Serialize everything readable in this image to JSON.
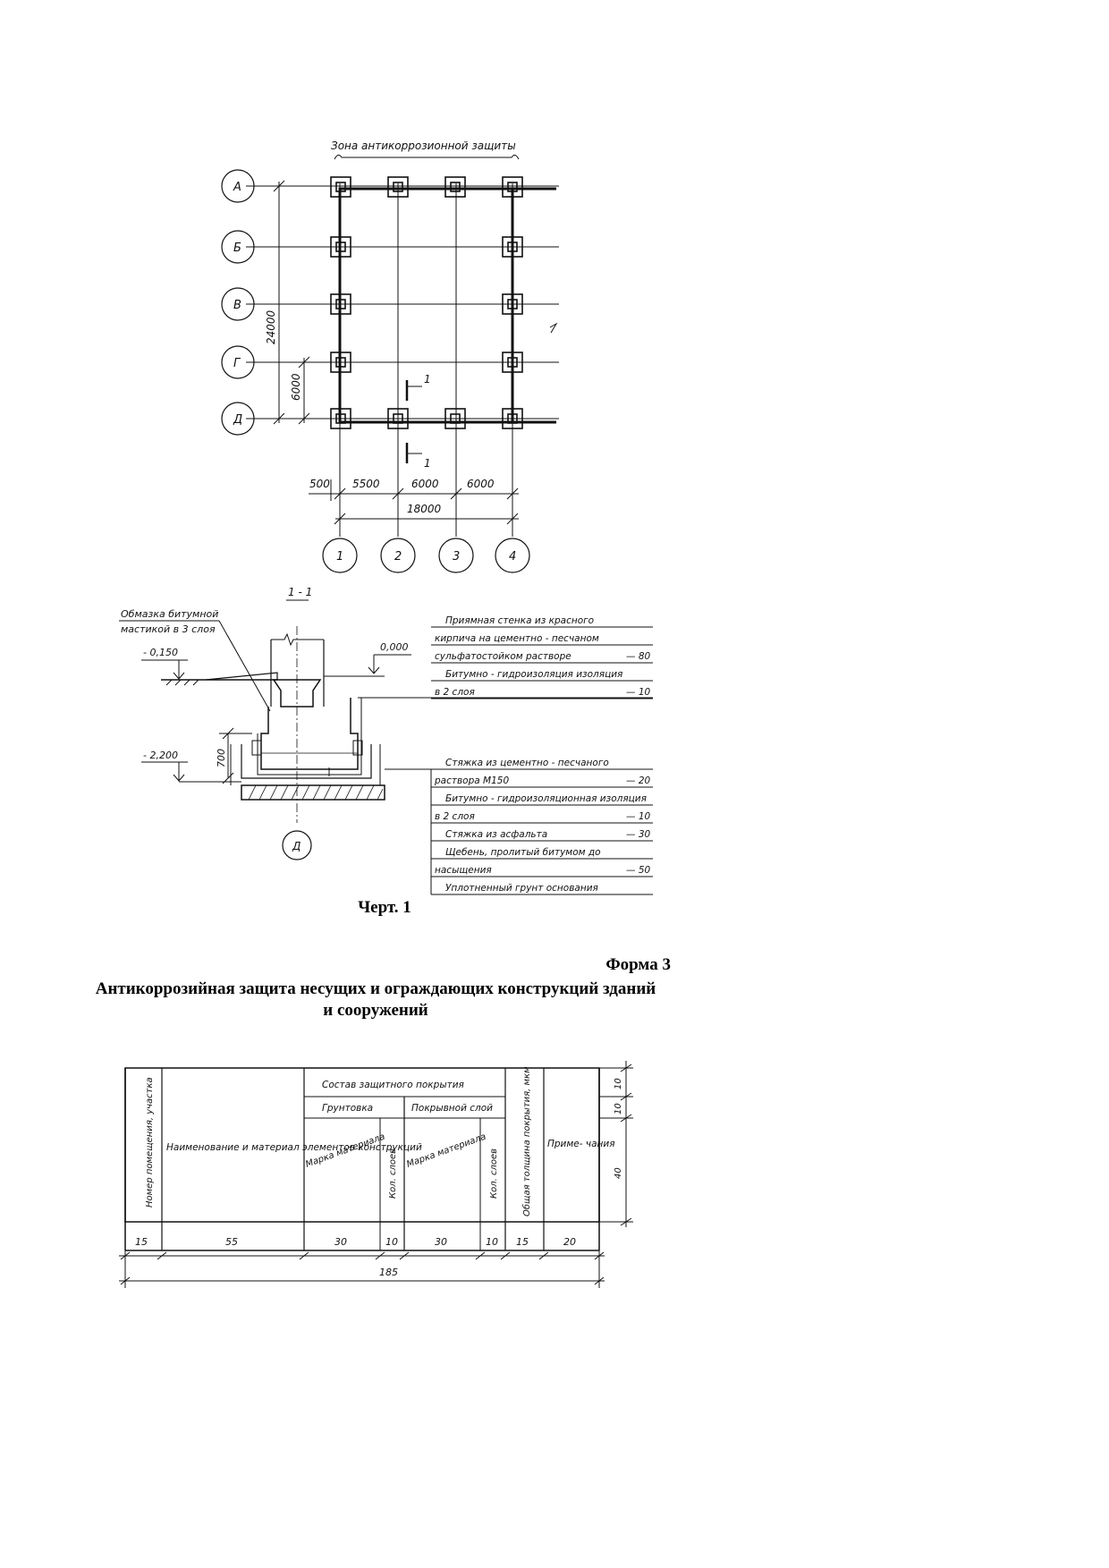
{
  "plan": {
    "zone_label": "Зона  антикоррозионной  защиты",
    "row_axes": [
      "А",
      "Б",
      "В",
      "Г",
      "Д"
    ],
    "col_axes": [
      "1",
      "2",
      "3",
      "4"
    ],
    "dim_total_height": "24000",
    "dim_bay_height": "6000",
    "dim_spans": [
      "500",
      "5500",
      "6000",
      "6000"
    ],
    "dim_total_width": "18000",
    "section_marker": "1"
  },
  "section": {
    "title": "1 - 1",
    "coating_note_line1": "Обмазка битумной",
    "coating_note_line2": "мастикой в 3 слоя",
    "level_ground": "- 0,150",
    "level_zero": "0,000",
    "level_base": "- 2,200",
    "dim_700": "700",
    "axis_label": "Д",
    "wall_layers": [
      {
        "text": "Приямная стенка из красного",
        "value": ""
      },
      {
        "text": "кирпича  на  цементно - песчаном",
        "value": ""
      },
      {
        "text": "сульфатостойком  растворе",
        "value": "— 80"
      },
      {
        "text": "Битумно - гидроизоляция  изоляция",
        "value": ""
      },
      {
        "text": "в 2 слоя",
        "value": "— 10"
      }
    ],
    "floor_layers": [
      {
        "text": "Стяжка  из  цементно - песчаного",
        "value": ""
      },
      {
        "text": "раствора  М150",
        "value": "— 20"
      },
      {
        "text": "Битумно - гидроизоляционная  изоляция",
        "value": ""
      },
      {
        "text": "в 2 слоя",
        "value": "— 10"
      },
      {
        "text": "Стяжка  из  асфальта",
        "value": "— 30"
      },
      {
        "text": "Щебень, пролитый  битумом  до",
        "value": ""
      },
      {
        "text": "насыщения",
        "value": "— 50"
      },
      {
        "text": "Уплотненный  грунт  основания",
        "value": ""
      }
    ]
  },
  "caption": "Черт. 1",
  "form_label": "Форма 3",
  "form_title": "Антикоррозийная защита несущих и ограждающих конструкций зданий и сооружений",
  "form_table": {
    "col_room": "Номер помещения, участка",
    "col_name": "Наименование и материал элементов конструкций",
    "group_coating": "Состав защитного покрытия",
    "sub_primer": "Грунтовка",
    "sub_topcoat": "Покрывной слой",
    "col_material_mark": "Марка материала",
    "col_layers": "Кол. слоев",
    "col_thickness": "Общая толщина покрытия, мкм",
    "col_notes": "Приме- чания",
    "col_widths": [
      "15",
      "55",
      "30",
      "10",
      "30",
      "10",
      "15",
      "20"
    ],
    "total_width": "185",
    "row_heights": [
      "10",
      "10",
      "40"
    ]
  }
}
